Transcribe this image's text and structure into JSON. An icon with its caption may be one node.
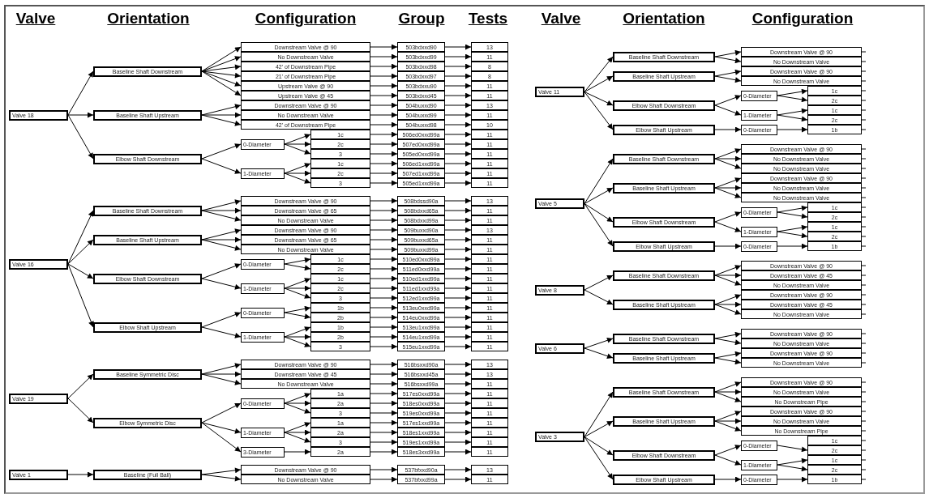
{
  "diagram": {
    "nodes": [
      {
        "text": [
          "Valve 18"
        ]
      },
      {
        "text": [
          "Baseline Shaft Downstream"
        ]
      },
      {
        "text": [
          "Downstream Valve @ 90"
        ]
      },
      {
        "text": [
          "503bdxxd90"
        ]
      },
      {
        "text": [
          "13"
        ]
      },
      {
        "text": [
          "No Downstream Valve"
        ]
      },
      {
        "text": [
          "503bdxxd99"
        ]
      },
      {
        "text": [
          "11"
        ]
      },
      {
        "text": [
          "42' of Downstream Pipe"
        ]
      },
      {
        "text": [
          "503bdxxd98"
        ]
      },
      {
        "text": [
          "8"
        ]
      },
      {
        "text": [
          "21' of Downstream Pipe"
        ]
      },
      {
        "text": [
          "503bdxxd97"
        ]
      },
      {
        "text": [
          "8"
        ]
      },
      {
        "text": [
          "Upstream Valve @ 90"
        ]
      },
      {
        "text": [
          "503bdxxu90"
        ]
      },
      {
        "text": [
          "11"
        ]
      },
      {
        "text": [
          "Upstream Valve @ 45"
        ]
      },
      {
        "text": [
          "503bdxxd45"
        ]
      },
      {
        "text": [
          "11"
        ]
      },
      {
        "text": [
          "Baseline Shaft Upstream"
        ]
      },
      {
        "text": [
          "Downstream Valve @ 90"
        ]
      },
      {
        "text": [
          "504buxxd90"
        ]
      },
      {
        "text": [
          "13"
        ]
      },
      {
        "text": [
          "No Downstream Valve"
        ]
      },
      {
        "text": [
          "504buxxd99"
        ]
      },
      {
        "text": [
          "11"
        ]
      },
      {
        "text": [
          "42' of Downstream Pipe"
        ]
      },
      {
        "text": [
          "504buxxd98"
        ]
      },
      {
        "text": [
          "10"
        ]
      },
      {
        "text": [
          "Elbow Shaft Downstream"
        ]
      },
      {
        "text": [
          "0-Diameter"
        ]
      },
      {
        "text": [
          "1c"
        ]
      },
      {
        "text": [
          "506ed0xxd99a"
        ]
      },
      {
        "text": [
          "11"
        ]
      },
      {
        "text": [
          "2c"
        ]
      },
      {
        "text": [
          "507ed0xxd99a"
        ]
      },
      {
        "text": [
          "11"
        ]
      },
      {
        "text": [
          "3"
        ]
      },
      {
        "text": [
          "505ed0xxd99a"
        ]
      },
      {
        "text": [
          "11"
        ]
      },
      {
        "text": [
          "1-Diameter"
        ]
      },
      {
        "text": [
          "1c"
        ]
      },
      {
        "text": [
          "506ed1xxd99a"
        ]
      },
      {
        "text": [
          "11"
        ]
      },
      {
        "text": [
          "2c"
        ]
      },
      {
        "text": [
          "507ed1xxd99a"
        ]
      },
      {
        "text": [
          "11"
        ]
      },
      {
        "text": [
          "3"
        ]
      },
      {
        "text": [
          "505ed1xxd99a"
        ]
      },
      {
        "text": [
          "11"
        ]
      },
      {
        "text": [
          "Valve 16"
        ]
      },
      {
        "text": [
          "Baseline Shaft Downstream"
        ]
      },
      {
        "text": [
          "Downstream Valve @ 90"
        ]
      },
      {
        "text": [
          "508bdssd90a"
        ]
      },
      {
        "text": [
          "13"
        ]
      },
      {
        "text": [
          "Downstream Valve @ 65"
        ]
      },
      {
        "text": [
          "508bdxxd65a"
        ]
      },
      {
        "text": [
          "11"
        ]
      },
      {
        "text": [
          "No Downstream Valve"
        ]
      },
      {
        "text": [
          "508bdxxd99a"
        ]
      },
      {
        "text": [
          "11"
        ]
      },
      {
        "text": [
          "Baseline Shaft Upstream"
        ]
      },
      {
        "text": [
          "Downstream Valve @ 90"
        ]
      },
      {
        "text": [
          "509buxxd90a"
        ]
      },
      {
        "text": [
          "13"
        ]
      },
      {
        "text": [
          "Downstream Valve @ 65"
        ]
      },
      {
        "text": [
          "509buxxd65a"
        ]
      },
      {
        "text": [
          "11"
        ]
      },
      {
        "text": [
          "No Downstream Valve"
        ]
      },
      {
        "text": [
          "509buxxd99a"
        ]
      },
      {
        "text": [
          "11"
        ]
      },
      {
        "text": [
          "Elbow Shaft Downstream"
        ]
      },
      {
        "text": [
          "0-Diameter"
        ]
      },
      {
        "text": [
          "1c"
        ]
      },
      {
        "text": [
          "510ed0xxd99a"
        ]
      },
      {
        "text": [
          "11"
        ]
      },
      {
        "text": [
          "2c"
        ]
      },
      {
        "text": [
          "511ed0xxd99a"
        ]
      },
      {
        "text": [
          "11"
        ]
      },
      {
        "text": [
          "1-Diameter"
        ]
      },
      {
        "text": [
          "1c"
        ]
      },
      {
        "text": [
          "510ed1xxd99a"
        ]
      },
      {
        "text": [
          "11"
        ]
      },
      {
        "text": [
          "2c"
        ]
      },
      {
        "text": [
          "511ed1xxd99a"
        ]
      },
      {
        "text": [
          "11"
        ]
      },
      {
        "text": [
          "3"
        ]
      },
      {
        "text": [
          "512ed1xxd99a"
        ]
      },
      {
        "text": [
          "11"
        ]
      },
      {
        "text": [
          "Elbow Shaft Upstream"
        ]
      },
      {
        "text": [
          "0-Diameter"
        ]
      },
      {
        "text": [
          "1b"
        ]
      },
      {
        "text": [
          "513eu0xxd99a"
        ]
      },
      {
        "text": [
          "11"
        ]
      },
      {
        "text": [
          "2b"
        ]
      },
      {
        "text": [
          "514eu0xxd99a"
        ]
      },
      {
        "text": [
          "11"
        ]
      },
      {
        "text": [
          "1-Diameter"
        ]
      },
      {
        "text": [
          "1b"
        ]
      },
      {
        "text": [
          "513eu1xxd99a"
        ]
      },
      {
        "text": [
          "11"
        ]
      },
      {
        "text": [
          "2b"
        ]
      },
      {
        "text": [
          "514eu1xxd99a"
        ]
      },
      {
        "text": [
          "11"
        ]
      },
      {
        "text": [
          "3"
        ]
      },
      {
        "text": [
          "515eu1xxd99a"
        ]
      },
      {
        "text": [
          "11"
        ]
      },
      {
        "text": [
          "Valve 19"
        ]
      },
      {
        "text": [
          "Baseline Symmetric Disc"
        ]
      },
      {
        "text": [
          "Downstream Valve @ 90"
        ]
      },
      {
        "text": [
          "516bsxxd90a"
        ]
      },
      {
        "text": [
          "13"
        ]
      },
      {
        "text": [
          "Downstream Valve @ 45"
        ]
      },
      {
        "text": [
          "516bsxxd45a"
        ]
      },
      {
        "text": [
          "13"
        ]
      },
      {
        "text": [
          "No Downstream Valve"
        ]
      },
      {
        "text": [
          "516bsxxd99a"
        ]
      },
      {
        "text": [
          "11"
        ]
      },
      {
        "text": [
          "Elbow Symmetric Disc"
        ]
      },
      {
        "text": [
          "0-Diameter"
        ]
      },
      {
        "text": [
          "1a"
        ]
      },
      {
        "text": [
          "517es0xxd99a"
        ]
      },
      {
        "text": [
          "11"
        ]
      },
      {
        "text": [
          "2a"
        ]
      },
      {
        "text": [
          "518es0xxd99a"
        ]
      },
      {
        "text": [
          "11"
        ]
      },
      {
        "text": [
          "3"
        ]
      },
      {
        "text": [
          "519es0xxd99a"
        ]
      },
      {
        "text": [
          "11"
        ]
      },
      {
        "text": [
          "1-Diameter"
        ]
      },
      {
        "text": [
          "1a"
        ]
      },
      {
        "text": [
          "517es1xxd99a"
        ]
      },
      {
        "text": [
          "11"
        ]
      },
      {
        "text": [
          "2a"
        ]
      },
      {
        "text": [
          "518es1xxd99a"
        ]
      },
      {
        "text": [
          "11"
        ]
      },
      {
        "text": [
          "3"
        ]
      },
      {
        "text": [
          "519es1xxd99a"
        ]
      },
      {
        "text": [
          "11"
        ]
      },
      {
        "text": [
          "3-Diameter"
        ]
      },
      {
        "text": [
          "2a"
        ]
      },
      {
        "text": [
          "518es3xxd99a"
        ]
      },
      {
        "text": [
          "11"
        ]
      },
      {
        "text": [
          "Valve 1"
        ]
      },
      {
        "text": [
          "Baseline (Full Ball)"
        ]
      },
      {
        "text": [
          "Downstream Valve @ 90"
        ]
      },
      {
        "text": [
          "537bfxxd90a"
        ]
      },
      {
        "text": [
          "13"
        ]
      },
      {
        "text": [
          "No Downstream Valve"
        ]
      },
      {
        "text": [
          "537bfxxd99a"
        ]
      },
      {
        "text": [
          "11"
        ]
      },
      {
        "text": [
          "Valve 11"
        ]
      },
      {
        "text": [
          "Baseline Shaft Downstream"
        ]
      },
      {
        "text": [
          "Downstream Valve @ 90"
        ]
      },
      {
        "text": [
          "No Downstream Valve"
        ]
      },
      {
        "text": [
          "Baseline Shaft Upstream"
        ]
      },
      {
        "text": [
          "Downstream Valve @ 90"
        ]
      },
      {
        "text": [
          "No Downstream Valve"
        ]
      },
      {
        "text": [
          "Elbow Shaft Downstream"
        ]
      },
      {
        "text": [
          "0-Diameter"
        ]
      },
      {
        "text": [
          "1c"
        ]
      },
      {
        "text": [
          "2c"
        ]
      },
      {
        "text": [
          "1-Diameter"
        ]
      },
      {
        "text": [
          "1c"
        ]
      },
      {
        "text": [
          "2c"
        ]
      },
      {
        "text": [
          "Elbow Shaft Upstream"
        ]
      },
      {
        "text": [
          "0-Diameter"
        ]
      },
      {
        "text": [
          "1b"
        ]
      },
      {
        "text": [
          "Valve 5"
        ]
      },
      {
        "text": [
          "Baseline Shaft Downstream"
        ]
      },
      {
        "text": [
          "Downstream Valve @ 90"
        ]
      },
      {
        "text": [
          "No Downstream Valve"
        ]
      },
      {
        "text": [
          "No Downstream Valve"
        ]
      },
      {
        "text": [
          "Baseline Shaft Upstream"
        ]
      },
      {
        "text": [
          "Downstream Valve @ 90"
        ]
      },
      {
        "text": [
          "No Downstream Valve"
        ]
      },
      {
        "text": [
          "No Downstream Valve"
        ]
      },
      {
        "text": [
          "Elbow Shaft Downstream"
        ]
      },
      {
        "text": [
          "0-Diameter"
        ]
      },
      {
        "text": [
          "1c"
        ]
      },
      {
        "text": [
          "2c"
        ]
      },
      {
        "text": [
          "1-Diameter"
        ]
      },
      {
        "text": [
          "1c"
        ]
      },
      {
        "text": [
          "2c"
        ]
      },
      {
        "text": [
          "Elbow Shaft Upstream"
        ]
      },
      {
        "text": [
          "0-Diameter"
        ]
      },
      {
        "text": [
          "1b"
        ]
      },
      {
        "text": [
          "Valve 8"
        ]
      },
      {
        "text": [
          "Baseline Shaft Downstream"
        ]
      },
      {
        "text": [
          "Downstream Valve @ 90"
        ]
      },
      {
        "text": [
          "Downstream Valve @ 45"
        ]
      },
      {
        "text": [
          "No Downstream Valve"
        ]
      },
      {
        "text": [
          "Baseline Shaft Upstream"
        ]
      },
      {
        "text": [
          "Downstream Valve @ 90"
        ]
      },
      {
        "text": [
          "Downstream Valve @ 45"
        ]
      },
      {
        "text": [
          "No Downstream Valve"
        ]
      },
      {
        "text": [
          "Valve 6"
        ]
      },
      {
        "text": [
          "Baseline Shaft Downstream"
        ]
      },
      {
        "text": [
          "Downstream Valve @ 90"
        ]
      },
      {
        "text": [
          "No Downstream Valve"
        ]
      },
      {
        "text": [
          "Baseline Shaft Upstream"
        ]
      },
      {
        "text": [
          "Downstream Valve @ 90"
        ]
      },
      {
        "text": [
          "No Downstream Valve"
        ]
      },
      {
        "text": [
          "Valve 3"
        ]
      },
      {
        "text": [
          "Baseline Shaft Downstream"
        ]
      },
      {
        "text": [
          "Downstream Valve @ 90"
        ]
      },
      {
        "text": [
          "No Downstream Valve"
        ]
      },
      {
        "text": [
          "No Downstream Pipe"
        ]
      },
      {
        "text": [
          "Baseline Shaft Upstream"
        ]
      },
      {
        "text": [
          "Downstream Valve @ 90"
        ]
      },
      {
        "text": [
          "No Downstream Valve"
        ]
      },
      {
        "text": [
          "No Downstream Pipe"
        ]
      },
      {
        "text": [
          "Elbow Shaft Downstream"
        ]
      },
      {
        "text": [
          "0-Diameter"
        ]
      },
      {
        "text": [
          "1c"
        ]
      },
      {
        "text": [
          "2c"
        ]
      },
      {
        "text": [
          "1-Diameter"
        ]
      },
      {
        "text": [
          "1c"
        ]
      },
      {
        "text": [
          "2c"
        ]
      },
      {
        "text": [
          "Elbow Shaft Upstream"
        ]
      },
      {
        "text": [
          "0-Diameter"
        ]
      },
      {
        "text": [
          "1b"
        ]
      }
    ],
    "edges": [
      {
        "from": 0,
        "to": 1,
        "arrow": "to"
      },
      {
        "from": 0,
        "to": 20,
        "arrow": "to"
      },
      {
        "from": 0,
        "to": 30,
        "arrow": "to"
      },
      {
        "from": 1,
        "to": 2,
        "arrow": "to"
      },
      {
        "from": 1,
        "to": 5,
        "arrow": "to"
      },
      {
        "from": 1,
        "to": 8,
        "arrow": "to"
      },
      {
        "from": 1,
        "to": 11,
        "arrow": "to"
      },
      {
        "from": 1,
        "to": 14,
        "arrow": "to"
      },
      {
        "from": 1,
        "to": 17,
        "arrow": "to"
      },
      {
        "from": 2,
        "to": 3,
        "arrow": "to"
      },
      {
        "from": 3,
        "to": 4,
        "arrow": "to"
      },
      {
        "from": 5,
        "to": 6,
        "arrow": "to"
      },
      {
        "from": 6,
        "to": 7,
        "arrow": "to"
      },
      {
        "from": 8,
        "to": 9,
        "arrow": "to"
      },
      {
        "from": 9,
        "to": 10,
        "arrow": "to"
      },
      {
        "from": 11,
        "to": 12,
        "arrow": "to"
      },
      {
        "from": 12,
        "to": 13,
        "arrow": "to"
      },
      {
        "from": 14,
        "to": 15,
        "arrow": "to"
      },
      {
        "from": 15,
        "to": 16,
        "arrow": "to"
      },
      {
        "from": 17,
        "to": 18,
        "arrow": "to"
      },
      {
        "from": 18,
        "to": 19,
        "arrow": "to"
      },
      {
        "from": 20,
        "to": 21,
        "arrow": "to"
      },
      {
        "from": 20,
        "to": 24,
        "arrow": "to"
      },
      {
        "from": 20,
        "to": 27,
        "arrow": "to"
      },
      {
        "from": 21,
        "to": 22,
        "arrow": "to"
      },
      {
        "from": 22,
        "to": 23,
        "arrow": "to"
      },
      {
        "from": 24,
        "to": 25,
        "arrow": "to"
      },
      {
        "from": 25,
        "to": 26,
        "arrow": "to"
      },
      {
        "from": 27,
        "to": 28,
        "arrow": "to"
      },
      {
        "from": 28,
        "to": 29,
        "arrow": "to"
      },
      {
        "from": 30,
        "to": 31,
        "arrow": "to"
      },
      {
        "from": 30,
        "to": 41,
        "arrow": "to"
      },
      {
        "from": 31,
        "to": 32,
        "arrow": "to"
      },
      {
        "from": 31,
        "to": 35,
        "arrow": "to"
      },
      {
        "from": 31,
        "to": 38,
        "arrow": "to"
      },
      {
        "from": 32,
        "to": 33,
        "arrow": "to"
      },
      {
        "from": 33,
        "to": 34,
        "arrow": "to"
      },
      {
        "from": 35,
        "to": 36,
        "arrow": "to"
      },
      {
        "from": 36,
        "to": 37,
        "arrow": "to"
      },
      {
        "from": 38,
        "to": 39,
        "arrow": "to"
      },
      {
        "from": 39,
        "to": 40,
        "arrow": "to"
      },
      {
        "from": 41,
        "to": 42,
        "arrow": "to"
      },
      {
        "from": 41,
        "to": 45,
        "arrow": "to"
      },
      {
        "from": 41,
        "to": 48,
        "arrow": "to"
      },
      {
        "from": 42,
        "to": 43,
        "arrow": "to"
      },
      {
        "from": 43,
        "to": 44,
        "arrow": "to"
      },
      {
        "from": 45,
        "to": 46,
        "arrow": "to"
      },
      {
        "from": 46,
        "to": 47,
        "arrow": "to"
      },
      {
        "from": 48,
        "to": 49,
        "arrow": "to"
      },
      {
        "from": 49,
        "to": 50,
        "arrow": "to"
      },
      {
        "from": 51,
        "to": 52,
        "arrow": "to"
      },
      {
        "from": 51,
        "to": 62,
        "arrow": "to"
      },
      {
        "from": 51,
        "to": 72,
        "arrow": "to"
      },
      {
        "from": 51,
        "to": 90,
        "arrow": "to"
      },
      {
        "from": 52,
        "to": 53,
        "arrow": "to"
      },
      {
        "from": 52,
        "to": 56,
        "arrow": "to"
      },
      {
        "from": 52,
        "to": 59,
        "arrow": "to"
      },
      {
        "from": 53,
        "to": 54,
        "arrow": "to"
      },
      {
        "from": 54,
        "to": 55,
        "arrow": "to"
      },
      {
        "from": 56,
        "to": 57,
        "arrow": "to"
      },
      {
        "from": 57,
        "to": 58,
        "arrow": "to"
      },
      {
        "from": 59,
        "to": 60,
        "arrow": "to"
      },
      {
        "from": 60,
        "to": 61,
        "arrow": "to"
      },
      {
        "from": 62,
        "to": 63,
        "arrow": "to"
      },
      {
        "from": 62,
        "to": 66,
        "arrow": "to"
      },
      {
        "from": 62,
        "to": 69,
        "arrow": "to"
      },
      {
        "from": 63,
        "to": 64,
        "arrow": "to"
      },
      {
        "from": 64,
        "to": 65,
        "arrow": "to"
      },
      {
        "from": 66,
        "to": 67,
        "arrow": "to"
      },
      {
        "from": 67,
        "to": 68,
        "arrow": "to"
      },
      {
        "from": 69,
        "to": 70,
        "arrow": "to"
      },
      {
        "from": 70,
        "to": 71,
        "arrow": "to"
      },
      {
        "from": 72,
        "to": 73,
        "arrow": "to"
      },
      {
        "from": 72,
        "to": 80,
        "arrow": "to"
      },
      {
        "from": 73,
        "to": 74,
        "arrow": "to"
      },
      {
        "from": 73,
        "to": 77,
        "arrow": "to"
      },
      {
        "from": 74,
        "to": 75,
        "arrow": "to"
      },
      {
        "from": 75,
        "to": 76,
        "arrow": "to"
      },
      {
        "from": 77,
        "to": 78,
        "arrow": "to"
      },
      {
        "from": 78,
        "to": 79,
        "arrow": "to"
      },
      {
        "from": 80,
        "to": 81,
        "arrow": "to"
      },
      {
        "from": 80,
        "to": 84,
        "arrow": "to"
      },
      {
        "from": 80,
        "to": 87,
        "arrow": "to"
      },
      {
        "from": 81,
        "to": 82,
        "arrow": "to"
      },
      {
        "from": 82,
        "to": 83,
        "arrow": "to"
      },
      {
        "from": 84,
        "to": 85,
        "arrow": "to"
      },
      {
        "from": 85,
        "to": 86,
        "arrow": "to"
      },
      {
        "from": 87,
        "to": 88,
        "arrow": "to"
      },
      {
        "from": 88,
        "to": 89,
        "arrow": "to"
      },
      {
        "from": 90,
        "to": 91,
        "arrow": "to"
      },
      {
        "from": 90,
        "to": 98,
        "arrow": "to"
      },
      {
        "from": 91,
        "to": 92,
        "arrow": "to"
      },
      {
        "from": 91,
        "to": 95,
        "arrow": "to"
      },
      {
        "from": 92,
        "to": 93,
        "arrow": "to"
      },
      {
        "from": 93,
        "to": 94,
        "arrow": "to"
      },
      {
        "from": 95,
        "to": 96,
        "arrow": "to"
      },
      {
        "from": 96,
        "to": 97,
        "arrow": "to"
      },
      {
        "from": 98,
        "to": 99,
        "arrow": "to"
      },
      {
        "from": 98,
        "to": 102,
        "arrow": "to"
      },
      {
        "from": 98,
        "to": 105,
        "arrow": "to"
      },
      {
        "from": 99,
        "to": 100,
        "arrow": "to"
      },
      {
        "from": 100,
        "to": 101,
        "arrow": "to"
      },
      {
        "from": 102,
        "to": 103,
        "arrow": "to"
      },
      {
        "from": 103,
        "to": 104,
        "arrow": "to"
      },
      {
        "from": 105,
        "to": 106,
        "arrow": "to"
      },
      {
        "from": 106,
        "to": 107,
        "arrow": "to"
      },
      {
        "from": 108,
        "to": 109,
        "arrow": "to"
      },
      {
        "from": 108,
        "to": 119,
        "arrow": "to"
      },
      {
        "from": 109,
        "to": 110,
        "arrow": "to"
      },
      {
        "from": 109,
        "to": 113,
        "arrow": "to"
      },
      {
        "from": 109,
        "to": 116,
        "arrow": "to"
      },
      {
        "from": 110,
        "to": 111,
        "arrow": "to"
      },
      {
        "from": 111,
        "to": 112,
        "arrow": "to"
      },
      {
        "from": 113,
        "to": 114,
        "arrow": "to"
      },
      {
        "from": 114,
        "to": 115,
        "arrow": "to"
      },
      {
        "from": 116,
        "to": 117,
        "arrow": "to"
      },
      {
        "from": 117,
        "to": 118,
        "arrow": "to"
      },
      {
        "from": 119,
        "to": 120,
        "arrow": "to"
      },
      {
        "from": 119,
        "to": 130,
        "arrow": "to"
      },
      {
        "from": 119,
        "to": 140,
        "arrow": "to"
      },
      {
        "from": 120,
        "to": 121,
        "arrow": "to"
      },
      {
        "from": 120,
        "to": 124,
        "arrow": "to"
      },
      {
        "from": 120,
        "to": 127,
        "arrow": "to"
      },
      {
        "from": 121,
        "to": 122,
        "arrow": "to"
      },
      {
        "from": 122,
        "to": 123,
        "arrow": "to"
      },
      {
        "from": 124,
        "to": 125,
        "arrow": "to"
      },
      {
        "from": 125,
        "to": 126,
        "arrow": "to"
      },
      {
        "from": 127,
        "to": 128,
        "arrow": "to"
      },
      {
        "from": 128,
        "to": 129,
        "arrow": "to"
      },
      {
        "from": 130,
        "to": 131,
        "arrow": "to"
      },
      {
        "from": 130,
        "to": 134,
        "arrow": "to"
      },
      {
        "from": 130,
        "to": 137,
        "arrow": "to"
      },
      {
        "from": 131,
        "to": 132,
        "arrow": "to"
      },
      {
        "from": 132,
        "to": 133,
        "arrow": "to"
      },
      {
        "from": 134,
        "to": 135,
        "arrow": "to"
      },
      {
        "from": 135,
        "to": 136,
        "arrow": "to"
      },
      {
        "from": 137,
        "to": 138,
        "arrow": "to"
      },
      {
        "from": 138,
        "to": 139,
        "arrow": "to"
      },
      {
        "from": 140,
        "to": 141,
        "arrow": "to"
      },
      {
        "from": 141,
        "to": 142,
        "arrow": "to"
      },
      {
        "from": 142,
        "to": 143,
        "arrow": "to"
      },
      {
        "from": 144,
        "to": 145,
        "arrow": "to"
      },
      {
        "from": 145,
        "to": 146,
        "arrow": "to"
      },
      {
        "from": 145,
        "to": 149,
        "arrow": "to"
      },
      {
        "from": 146,
        "to": 147,
        "arrow": "to"
      },
      {
        "from": 147,
        "to": 148,
        "arrow": "to"
      },
      {
        "from": 149,
        "to": 150,
        "arrow": "to"
      },
      {
        "from": 150,
        "to": 151,
        "arrow": "to"
      },
      {
        "from": 152,
        "to": 153,
        "arrow": "to"
      },
      {
        "from": 152,
        "to": 156,
        "arrow": "to"
      },
      {
        "from": 152,
        "to": 159,
        "arrow": "to"
      },
      {
        "from": 152,
        "to": 166,
        "arrow": "to"
      },
      {
        "from": 153,
        "to": 154,
        "arrow": "to"
      },
      {
        "from": 153,
        "to": 155,
        "arrow": "to"
      },
      {
        "from": 156,
        "to": 157,
        "arrow": "to"
      },
      {
        "from": 156,
        "to": 158,
        "arrow": "to"
      },
      {
        "from": 159,
        "to": 160,
        "arrow": "to"
      },
      {
        "from": 159,
        "to": 163,
        "arrow": "to"
      },
      {
        "from": 160,
        "to": 161,
        "arrow": "to"
      },
      {
        "from": 160,
        "to": 162,
        "arrow": "to"
      },
      {
        "from": 163,
        "to": 164,
        "arrow": "to"
      },
      {
        "from": 163,
        "to": 165,
        "arrow": "to"
      },
      {
        "from": 166,
        "to": 167,
        "arrow": "to"
      },
      {
        "from": 167,
        "to": 168,
        "arrow": "to"
      },
      {
        "from": 169,
        "to": 170,
        "arrow": "to"
      },
      {
        "from": 169,
        "to": 174,
        "arrow": "to"
      },
      {
        "from": 169,
        "to": 178,
        "arrow": "to"
      },
      {
        "from": 169,
        "to": 185,
        "arrow": "to"
      },
      {
        "from": 170,
        "to": 171,
        "arrow": "to"
      },
      {
        "from": 170,
        "to": 172,
        "arrow": "to"
      },
      {
        "from": 170,
        "to": 173,
        "arrow": "to"
      },
      {
        "from": 174,
        "to": 175,
        "arrow": "to"
      },
      {
        "from": 174,
        "to": 176,
        "arrow": "to"
      },
      {
        "from": 174,
        "to": 177,
        "arrow": "to"
      },
      {
        "from": 178,
        "to": 179,
        "arrow": "to"
      },
      {
        "from": 178,
        "to": 182,
        "arrow": "to"
      },
      {
        "from": 179,
        "to": 180,
        "arrow": "to"
      },
      {
        "from": 179,
        "to": 181,
        "arrow": "to"
      },
      {
        "from": 182,
        "to": 183,
        "arrow": "to"
      },
      {
        "from": 182,
        "to": 184,
        "arrow": "to"
      },
      {
        "from": 185,
        "to": 186,
        "arrow": "to"
      },
      {
        "from": 186,
        "to": 187,
        "arrow": "to"
      },
      {
        "from": 188,
        "to": 189,
        "arrow": "to"
      },
      {
        "from": 188,
        "to": 193,
        "arrow": "to"
      },
      {
        "from": 189,
        "to": 190,
        "arrow": "to"
      },
      {
        "from": 189,
        "to": 191,
        "arrow": "to"
      },
      {
        "from": 189,
        "to": 192,
        "arrow": "to"
      },
      {
        "from": 193,
        "to": 194,
        "arrow": "to"
      },
      {
        "from": 193,
        "to": 195,
        "arrow": "to"
      },
      {
        "from": 193,
        "to": 196,
        "arrow": "to"
      },
      {
        "from": 197,
        "to": 198,
        "arrow": "to"
      },
      {
        "from": 197,
        "to": 201,
        "arrow": "to"
      },
      {
        "from": 198,
        "to": 199,
        "arrow": "to"
      },
      {
        "from": 198,
        "to": 200,
        "arrow": "to"
      },
      {
        "from": 201,
        "to": 202,
        "arrow": "to"
      },
      {
        "from": 201,
        "to": 203,
        "arrow": "to"
      },
      {
        "from": 204,
        "to": 205,
        "arrow": "to"
      },
      {
        "from": 204,
        "to": 209,
        "arrow": "to"
      },
      {
        "from": 204,
        "to": 213,
        "arrow": "to"
      },
      {
        "from": 204,
        "to": 220,
        "arrow": "to"
      },
      {
        "from": 205,
        "to": 206,
        "arrow": "to"
      },
      {
        "from": 205,
        "to": 207,
        "arrow": "to"
      },
      {
        "from": 205,
        "to": 208,
        "arrow": "to"
      },
      {
        "from": 209,
        "to": 210,
        "arrow": "to"
      },
      {
        "from": 209,
        "to": 211,
        "arrow": "to"
      },
      {
        "from": 209,
        "to": 212,
        "arrow": "to"
      },
      {
        "from": 213,
        "to": 214,
        "arrow": "to"
      },
      {
        "from": 213,
        "to": 217,
        "arrow": "to"
      },
      {
        "from": 214,
        "to": 216,
        "arrow": "to"
      },
      {
        "from": 217,
        "to": 218,
        "arrow": "to"
      },
      {
        "from": 217,
        "to": 219,
        "arrow": "to"
      },
      {
        "from": 220,
        "to": 221,
        "arrow": "to"
      },
      {
        "from": 221,
        "to": 222,
        "arrow": "to"
      }
    ],
    "labels": [
      "Valve",
      "Orientation",
      "Configuration",
      "Group",
      "Tests",
      "Valve",
      "Orientation",
      "Configuration"
    ]
  }
}
